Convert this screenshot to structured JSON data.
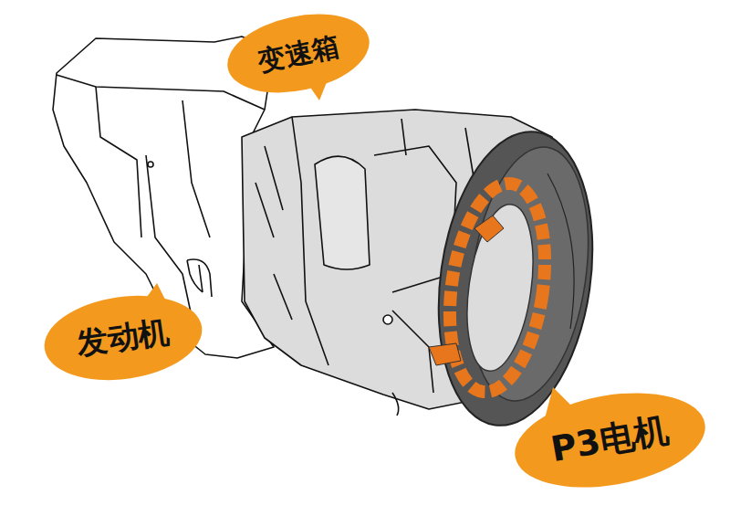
{
  "diagram": {
    "nodes": [
      {
        "text": [
          "变速箱"
        ]
      },
      {
        "text": [
          "发动机"
        ]
      },
      {
        "text": [
          "P3电机"
        ]
      }
    ]
  }
}
